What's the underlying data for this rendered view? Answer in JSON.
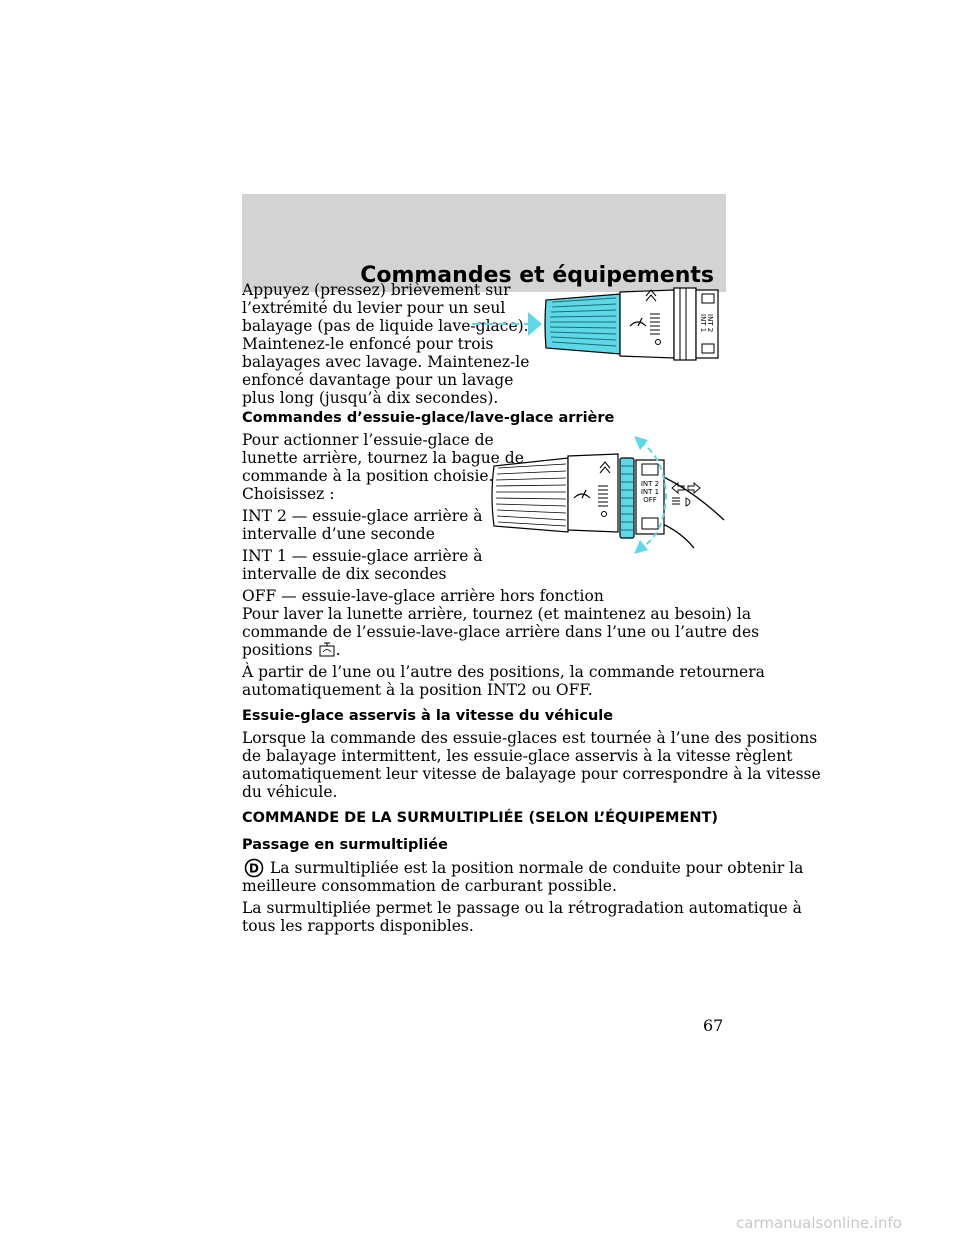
{
  "header": {
    "title": "Commandes et équipements"
  },
  "intro_paragraph": "Appuyez (pressez) brièvement sur l’extrémité du levier pour un seul balayage (pas de liquide lave-glace). Maintenez-le enfoncé pour trois balayages avec lavage. Maintenez-le enfoncé davantage pour un lavage plus long (jusqu’à dix secondes).",
  "intro_lines": [
    "Appuyez (pressez) brièvement sur",
    "l’extrémité du levier pour un seul",
    "balayage (pas de liquide lave-glace).",
    "Maintenez-le enfoncé pour trois",
    "balayages avec lavage. Maintenez-le",
    "enfoncé davantage pour un lavage",
    "plus long (jusqu’à dix secondes)."
  ],
  "section_rear": {
    "heading": "Commandes d’essuie-glace/lave-glace arrière",
    "para1_lines": [
      "Pour actionner l’essuie-glace de",
      "lunette arrière, tournez la bague de",
      "commande à la position choisie.",
      "Choisissez :"
    ],
    "int2_lines": [
      "INT 2 — essuie-glace arrière à",
      "intervalle d’une seconde"
    ],
    "int1_lines": [
      "INT 1 — essuie-glace arrière à",
      "intervalle de dix secondes"
    ],
    "off_line": "OFF — essuie-lave-glace arrière hors fonction",
    "wash_lines": [
      "Pour laver la lunette arrière, tournez (et maintenez au besoin) la",
      "commande de l’essuie-lave-glace arrière dans l’une ou l’autre des",
      "positions",
      "."
    ],
    "return_lines": [
      "À partir de l’une ou l’autre des positions, la commande retournera",
      "automatiquement à la position INT2 ou OFF."
    ]
  },
  "section_speed": {
    "heading": "Essuie-glace asservis à la vitesse du véhicule",
    "lines": [
      "Lorsque la commande des essuie-glaces est tournée à l’une des positions",
      "de balayage intermittent, les essuie-glace asservis à la vitesse règlent",
      "automatiquement leur vitesse de balayage pour correspondre à la vitesse",
      "du véhicule."
    ]
  },
  "section_overdrive": {
    "heading": "COMMANDE DE LA SURMULTIPLIÉE (SELON L’ÉQUIPEMENT)",
    "subheading": "Passage en surmultipliée",
    "para1_lines": [
      "La surmultipliée est la position normale de conduite pour obtenir la",
      "meilleure consommation de carburant possible."
    ],
    "para2_lines": [
      "La surmultipliée permet le passage ou la rétrogradation automatique à",
      "tous les rapports disponibles."
    ],
    "gear_letter": "D"
  },
  "figure_labels": {
    "int2": "INT 2",
    "int1": "INT 1",
    "off": "OFF"
  },
  "page_number": "67",
  "watermark": "carmanualsonline.info",
  "colors": {
    "accent_cyan": "#5ed8e6",
    "header_gray": "#d3d3d3"
  }
}
